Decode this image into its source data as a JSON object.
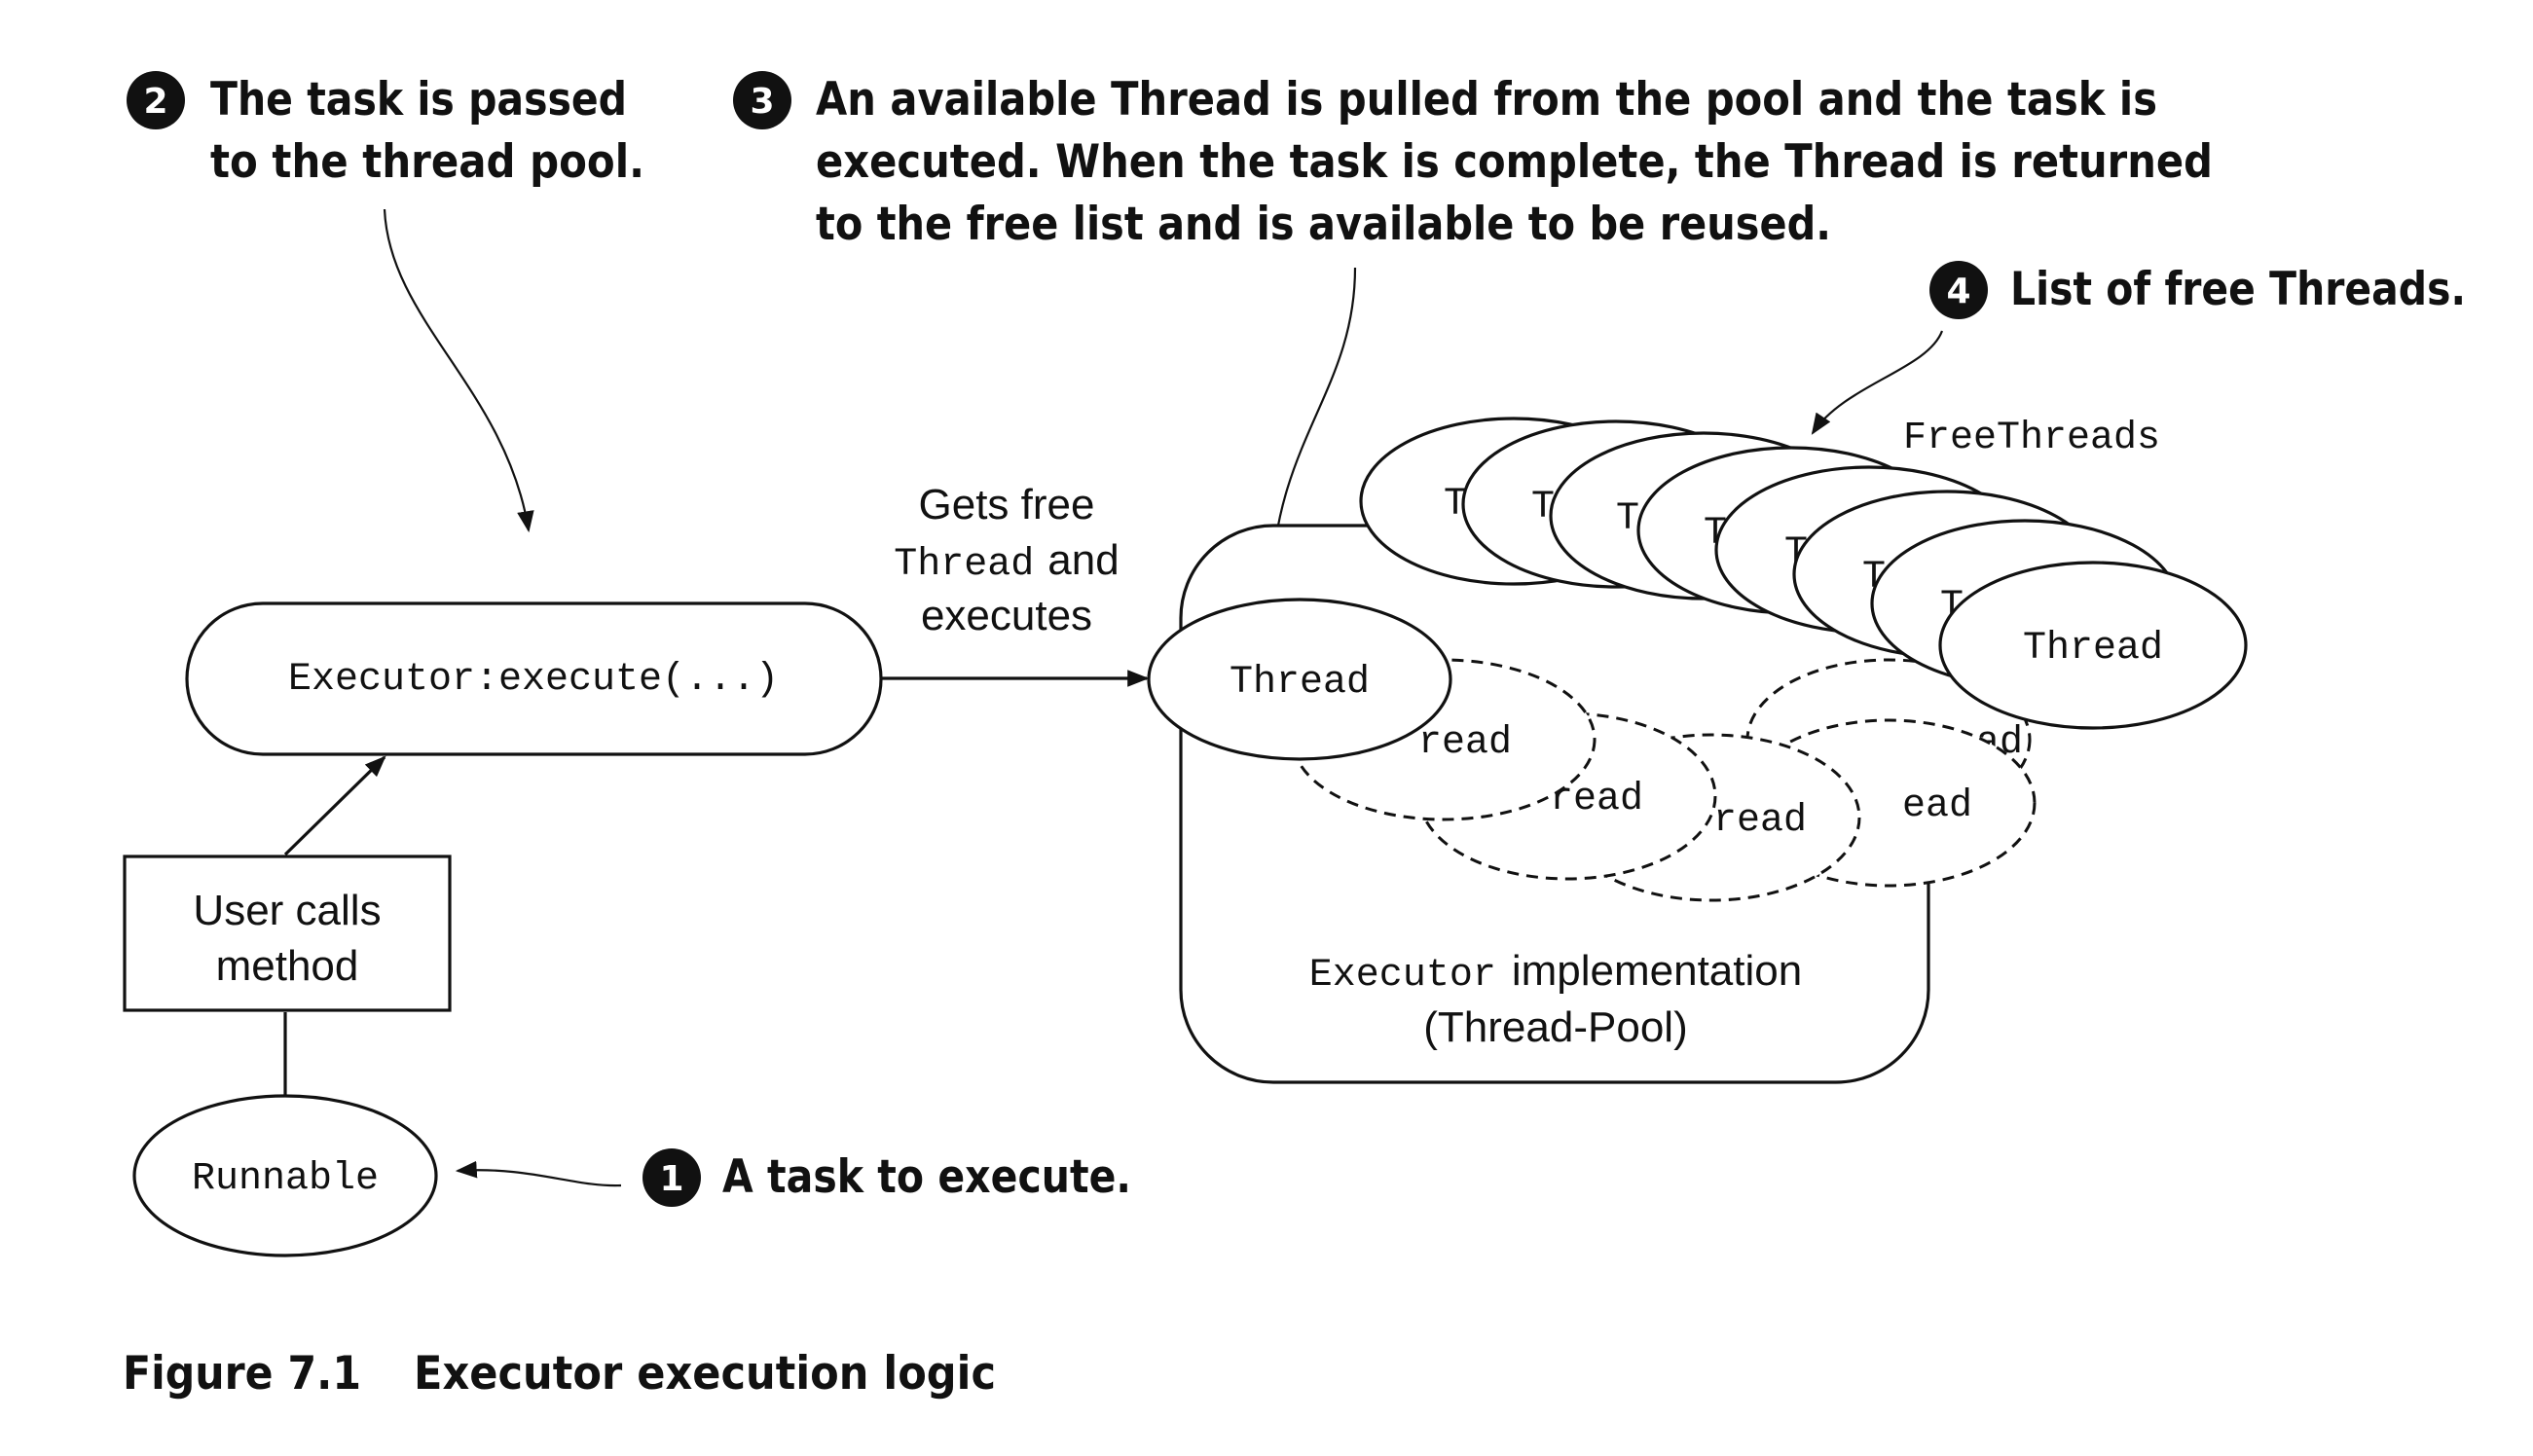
{
  "callouts": {
    "c1": {
      "number": "1",
      "text": "A task to execute."
    },
    "c2": {
      "number": "2",
      "line1": "The task is passed",
      "line2": "to the thread pool."
    },
    "c3": {
      "number": "3",
      "line1": "An available Thread is pulled from the pool and the task is",
      "line2": "executed. When the task is complete, the Thread is returned",
      "line3": "to the free list and is available to be reused."
    },
    "c4": {
      "number": "4",
      "text": "List of free Threads."
    }
  },
  "nodes": {
    "runnable": "Runnable",
    "user_calls_line1": "User calls",
    "user_calls_line2": "method",
    "executor_call": "Executor:execute(...)",
    "active_thread": "Thread",
    "free_threads_label": "FreeThreads",
    "executor_impl_code": "Executor",
    "executor_impl_text": "implementation",
    "executor_impl_line2": "(Thread-Pool)"
  },
  "edge_labels": {
    "gets_free_line1": "Gets free",
    "gets_free_code": "Thread",
    "gets_free_and": "and",
    "gets_free_line3": "executes"
  },
  "free_thread_items": [
    "T",
    "T",
    "T",
    "T",
    "T",
    "T",
    "T",
    "Thread"
  ],
  "busy_thread_items": [
    "hread",
    "read",
    "read",
    "ead",
    "read"
  ],
  "caption": {
    "label": "Figure 7.1",
    "title": "Executor execution logic"
  }
}
